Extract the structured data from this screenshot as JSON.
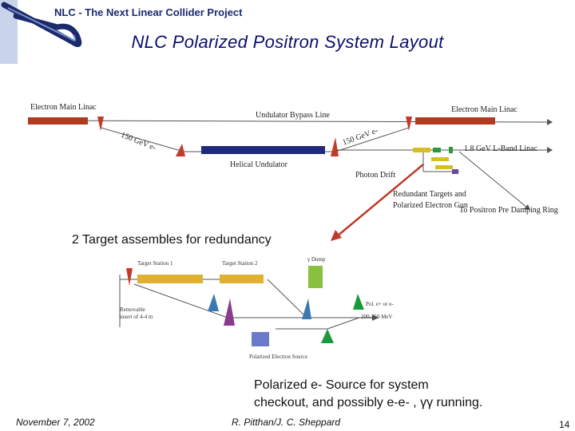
{
  "header": {
    "project": "NLC - The Next Linear Collider Project",
    "title": "NLC Polarized Positron System Layout"
  },
  "layout_diagram": {
    "electron_main_linac_left": "Electron Main Linac",
    "undulator_bypass_line": "Undulator Bypass Line",
    "electron_main_linac_right": "Electron Main Linac",
    "beam_150_left": "150 GeV e-",
    "beam_150_right": "150 GeV e-",
    "lband_linac": "1.8 GeV L-Band Linac",
    "helical_undulator": "Helical Undulator",
    "photon_drift": "Photon Drift",
    "redundant_targets": "Redundant Targets and",
    "polarized_gun": "Polarized Electron Gun",
    "to_predamping": "To Positron Pre Damping Ring"
  },
  "detail_diagram": {
    "target_station_1": "Target Station 1",
    "target_station_2": "Target Station 2",
    "gamma_dump": "γ Dump",
    "removable": "Removable",
    "insert": "insert of 4-4 m",
    "pol_particles": "Pol. e+ or e-",
    "energy_range": "200-250 MeV",
    "polarized_source": "Polarized Electron Source"
  },
  "notes": {
    "redundancy": "2 Target assembles for redundancy",
    "source_line1": "Polarized e- Source for system",
    "source_line2": "checkout, and possibly e-e-  , γγ running."
  },
  "footer": {
    "date": "November 7, 2002",
    "authors": "R. Pitthan/J. C. Sheppard",
    "page": "14"
  },
  "colors": {
    "title": "#0b0f6e",
    "arrow": "#c0392b",
    "undulator": "#1f2a7a",
    "linac": "#b23a1e"
  }
}
